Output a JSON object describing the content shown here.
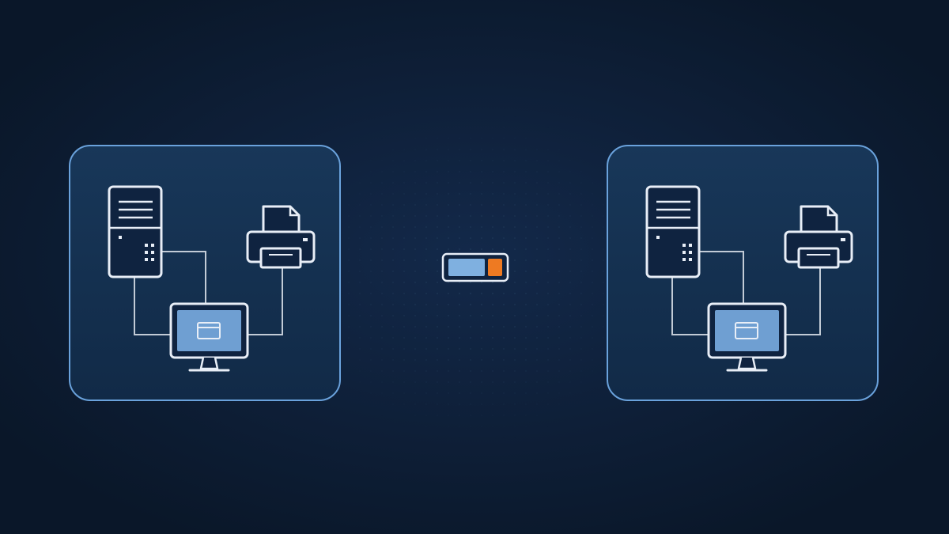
{
  "diagram": {
    "nodes": [
      {
        "id": "network-left",
        "devices": [
          "server-tower",
          "printer",
          "desktop-monitor"
        ]
      },
      {
        "id": "network-right",
        "devices": [
          "server-tower",
          "printer",
          "desktop-monitor"
        ]
      }
    ],
    "connection": {
      "from": "network-left",
      "to": "network-right",
      "device": "bridge-module"
    }
  },
  "colors": {
    "background": "#0b1a30",
    "panel_fill": "#14304f",
    "panel_border": "#6aa2dc",
    "device_stroke": "#e8eef7",
    "screen_fill": "#6f9fd2",
    "wire": "#c2cbd6",
    "link": "#ee7a22",
    "bridge_fill": "#7fb0e0",
    "bridge_accent": "#ee7a22",
    "dot_grid": "#24405f"
  }
}
